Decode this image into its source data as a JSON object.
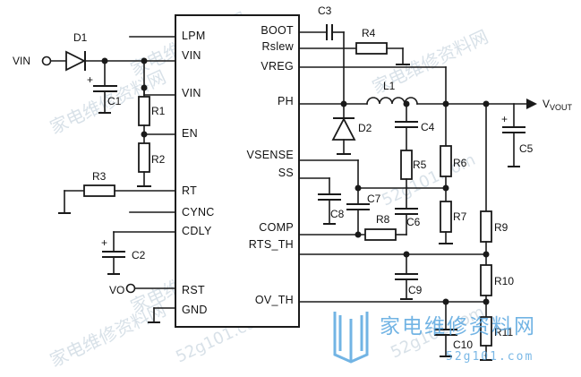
{
  "ic": {
    "left_pins": [
      "LPM",
      "VIN",
      "VIN",
      "EN",
      "RT",
      "CYNC",
      "CDLY",
      "RST",
      "GND"
    ],
    "right_pins": [
      "BOOT",
      "Rslew",
      "VREG",
      "PH",
      "VSENSE",
      "SS",
      "COMP",
      "RTS_TH",
      "OV_TH"
    ]
  },
  "components": {
    "d1": "D1",
    "d2": "D2",
    "l1": "L1",
    "c1": "C1",
    "c2": "C2",
    "c3": "C3",
    "c4": "C4",
    "c5": "C5",
    "c6": "C6",
    "c7": "C7",
    "c8": "C8",
    "c9": "C9",
    "c10": "C10",
    "r1": "R1",
    "r2": "R2",
    "r3": "R3",
    "r4": "R4",
    "r5": "R5",
    "r6": "R6",
    "r7": "R7",
    "r8": "R8",
    "r9": "R9",
    "r10": "R10",
    "r11": "R11"
  },
  "nets": {
    "vin": "VIN",
    "vout": "VOUT",
    "vo": "VO"
  },
  "watermark": {
    "brand": "家电维修资料网",
    "url": "52g101.com"
  }
}
